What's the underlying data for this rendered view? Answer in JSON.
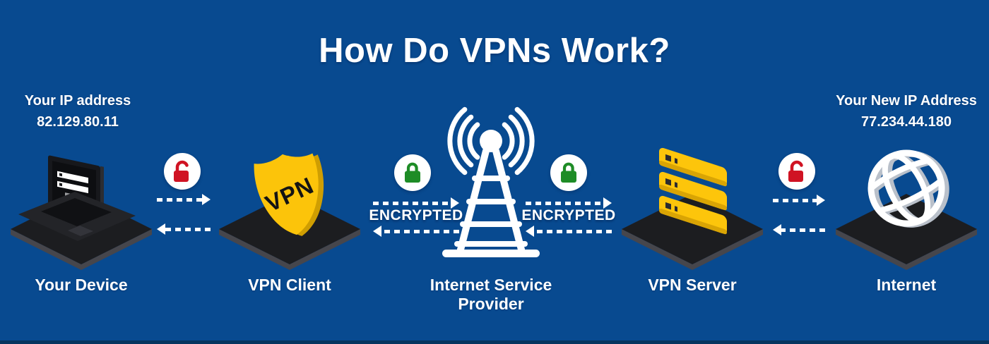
{
  "title": "How Do VPNs Work?",
  "colors": {
    "background": "#084a90",
    "accent_yellow": "#fcc40a",
    "lock_red": "#d01323",
    "lock_green": "#1e8c26",
    "platform_dark": "#1c1d20",
    "text_white": "#ffffff"
  },
  "nodes": [
    {
      "id": "your-device",
      "label": "Your Device",
      "icon": "laptop-icon",
      "caption": {
        "line1": "Your IP address",
        "line2": "82.129.80.11"
      }
    },
    {
      "id": "vpn-client",
      "label": "VPN Client",
      "icon": "vpn-shield-icon",
      "icon_text": "VPN"
    },
    {
      "id": "isp",
      "label": "Internet Service Provider",
      "icon": "radio-tower-icon"
    },
    {
      "id": "vpn-server",
      "label": "VPN Server",
      "icon": "server-stack-icon"
    },
    {
      "id": "internet",
      "label": "Internet",
      "icon": "globe-icon",
      "caption": {
        "line1": "Your New IP Address",
        "line2": "77.234.44.180"
      }
    }
  ],
  "links": [
    {
      "from": "your-device",
      "to": "vpn-client",
      "lock": "lock-open-icon",
      "lock_color": "#d01323",
      "label": ""
    },
    {
      "from": "vpn-client",
      "to": "isp",
      "lock": "lock-closed-icon",
      "lock_color": "#1e8c26",
      "label": "ENCRYPTED"
    },
    {
      "from": "isp",
      "to": "vpn-server",
      "lock": "lock-closed-icon",
      "lock_color": "#1e8c26",
      "label": "ENCRYPTED"
    },
    {
      "from": "vpn-server",
      "to": "internet",
      "lock": "lock-open-icon",
      "lock_color": "#d01323",
      "label": ""
    }
  ]
}
